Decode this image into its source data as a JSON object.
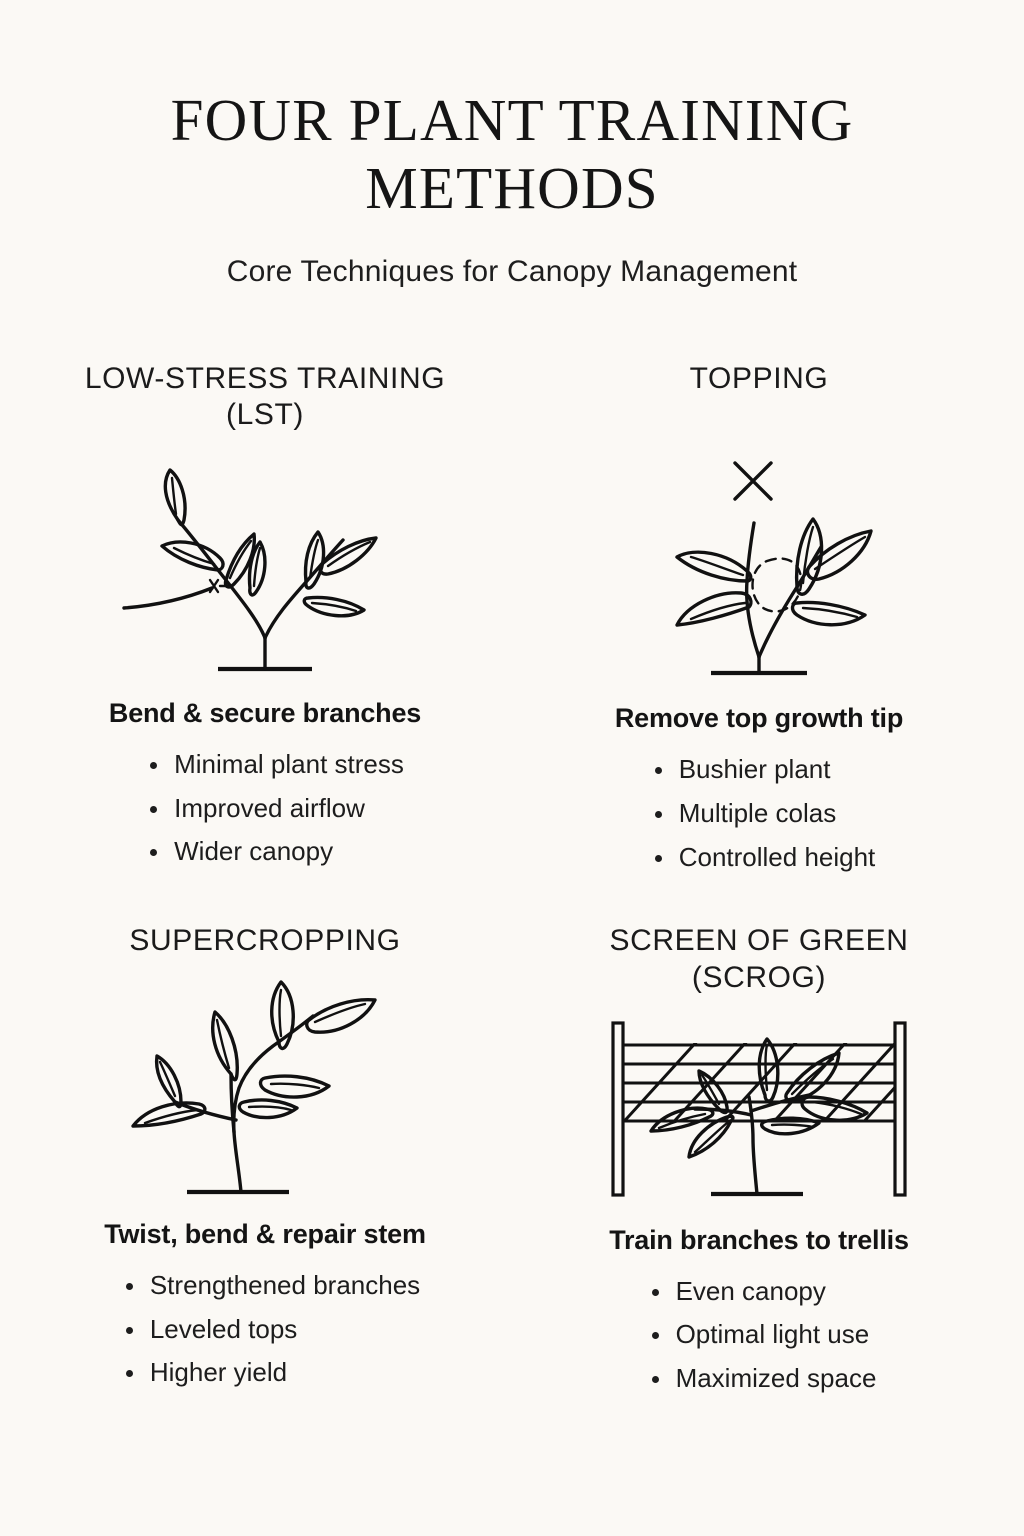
{
  "header": {
    "title": "FOUR PLANT TRAINING METHODS",
    "subtitle": "Core Techniques for Canopy Management"
  },
  "colors": {
    "background": "#fbf9f5",
    "ink": "#111111",
    "text": "#1d1d1d",
    "title": "#151515"
  },
  "methods": [
    {
      "id": "lst",
      "title": "LOW-STRESS TRAINING (LST)",
      "illustration": "plant-with-tie-down-icon",
      "summary": "Bend & secure branches",
      "benefits": [
        "Minimal plant stress",
        "Improved airflow",
        "Wider canopy"
      ]
    },
    {
      "id": "topping",
      "title": "TOPPING",
      "illustration": "plant-with-cut-mark-icon",
      "summary": "Remove top growth tip",
      "benefits": [
        "Bushier plant",
        "Multiple colas",
        "Controlled height"
      ]
    },
    {
      "id": "supercropping",
      "title": "SUPERCROPPING",
      "illustration": "plant-with-bent-stem-icon",
      "summary": "Twist, bend & repair stem",
      "benefits": [
        "Strengthened branches",
        "Leveled tops",
        "Higher yield"
      ]
    },
    {
      "id": "scrog",
      "title": "SCREEN OF GREEN (SCROG)",
      "illustration": "plant-with-trellis-screen-icon",
      "summary": "Train branches to trellis",
      "benefits": [
        "Even canopy",
        "Optimal light use",
        "Maximized space"
      ]
    }
  ]
}
